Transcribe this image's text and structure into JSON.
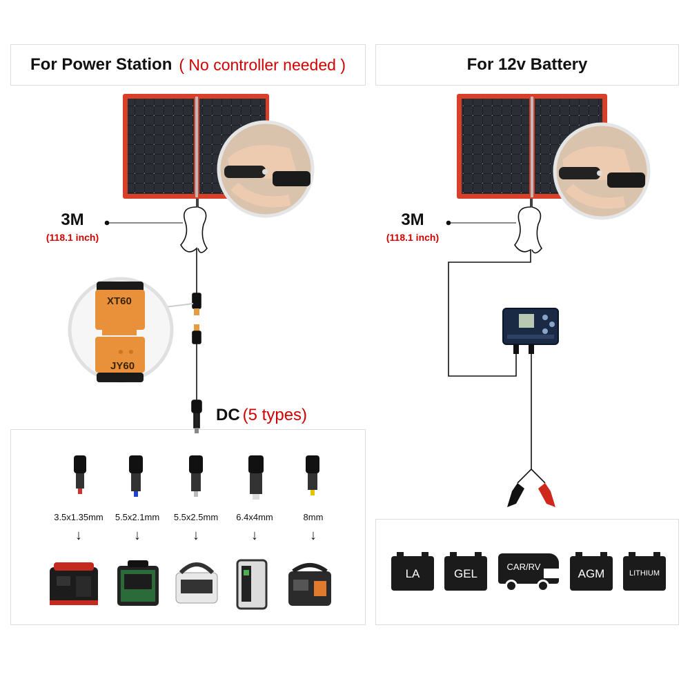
{
  "left_header": {
    "title": "For Power Station",
    "note": "( No controller needed )"
  },
  "right_header": {
    "title": "For 12v Battery"
  },
  "left_cable": {
    "length": "3M",
    "length_inch": "(118.1 inch)"
  },
  "right_cable": {
    "length": "3M",
    "length_inch": "(118.1 inch)"
  },
  "connectors": {
    "top": "XT60",
    "bottom": "JY60"
  },
  "dc": {
    "label": "DC",
    "note": "(5 types)"
  },
  "plugs": [
    {
      "size": "3.5x1.35mm"
    },
    {
      "size": "5.5x2.1mm"
    },
    {
      "size": "5.5x2.5mm"
    },
    {
      "size": "6.4x4mm"
    },
    {
      "size": "8mm"
    }
  ],
  "arrow_glyph": "↓",
  "batteries": [
    {
      "type": "LA"
    },
    {
      "type": "GEL"
    },
    {
      "type": "CAR/RV"
    },
    {
      "type": "AGM"
    },
    {
      "type": "LITHIUM"
    }
  ],
  "colors": {
    "accent_red": "#d10000",
    "panel_frame": "#d8402a",
    "cell": "#1d1f24",
    "controller": "#1a2a44"
  }
}
